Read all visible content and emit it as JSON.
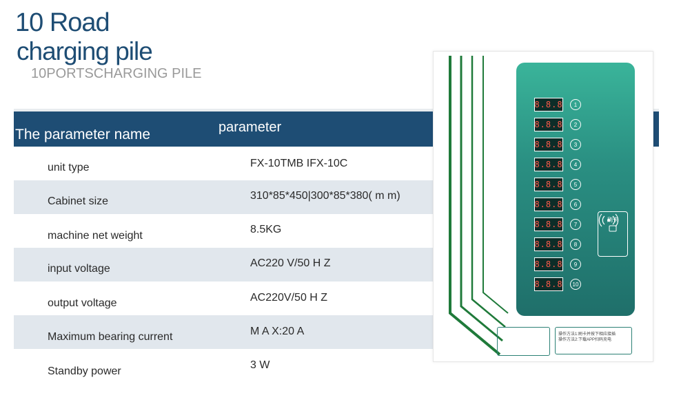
{
  "title": {
    "line1": "10 Road",
    "line2": "charging pile"
  },
  "subtitle": "10PORTSCHARGING PILE",
  "table": {
    "header": {
      "name": "The parameter name",
      "value": "parameter"
    },
    "rows": [
      {
        "label": "unit type",
        "value": "FX-10TMB IFX-10C"
      },
      {
        "label": "Cabinet size",
        "value": "310*85*450|300*85*380( m m)"
      },
      {
        "label": "machine net weight",
        "value": "8.5KG"
      },
      {
        "label": "input voltage",
        "value": "AC220 V/50 H Z"
      },
      {
        "label": "output voltage",
        "value": "AC220V/50 H Z"
      },
      {
        "label": "Maximum bearing current",
        "value": "M A X:20 A"
      },
      {
        "label": "Standby power",
        "value": "3 W"
      }
    ]
  },
  "device": {
    "displays": [
      "8.8.8",
      "8.8.8",
      "8.8.8",
      "8.8.8",
      "8.8.8",
      "8.8.8",
      "8.8.8",
      "8.8.8",
      "8.8.8",
      "8.8.8"
    ],
    "ports": [
      "1",
      "2",
      "3",
      "4",
      "5",
      "6",
      "7",
      "8",
      "9",
      "10"
    ],
    "nfc_label": "刷卡",
    "info_line1": "操作方法1:刷卡并按下相应接插",
    "info_line2": "操作方法2:下载APP扫码充电"
  },
  "colors": {
    "primary": "#1e4d74",
    "row_shade": "#e1e7ed",
    "panel": "#2a8f82",
    "stripe": "#1f7a3a"
  }
}
